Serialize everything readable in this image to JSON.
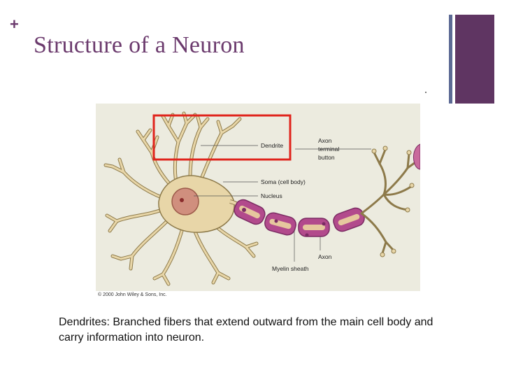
{
  "slide": {
    "bullet": "+",
    "title": "Structure of a Neuron",
    "caption": "Dendrites: Branched fibers that extend outward from the main cell body and carry information into neuron."
  },
  "figure": {
    "labels": {
      "dendrite": "Dendrite",
      "soma": "Soma (cell body)",
      "nucleus": "Nucleus",
      "axon_terminal_line1": "Axon",
      "axon_terminal_line2": "terminal",
      "axon_terminal_line3": "button",
      "axon": "Axon",
      "myelin": "Myelin sheath"
    },
    "credit": "© 2000 John Wiley & Sons, Inc.",
    "highlight_color": "#e0241c"
  },
  "colors": {
    "title": "#6b3a6d",
    "accent_bar": "#5f3562",
    "thin_bar": "#5c6a94",
    "figure_bg": "#ecebdf",
    "neuron": "#e8d6a8",
    "myelin": "#b24a8c"
  }
}
